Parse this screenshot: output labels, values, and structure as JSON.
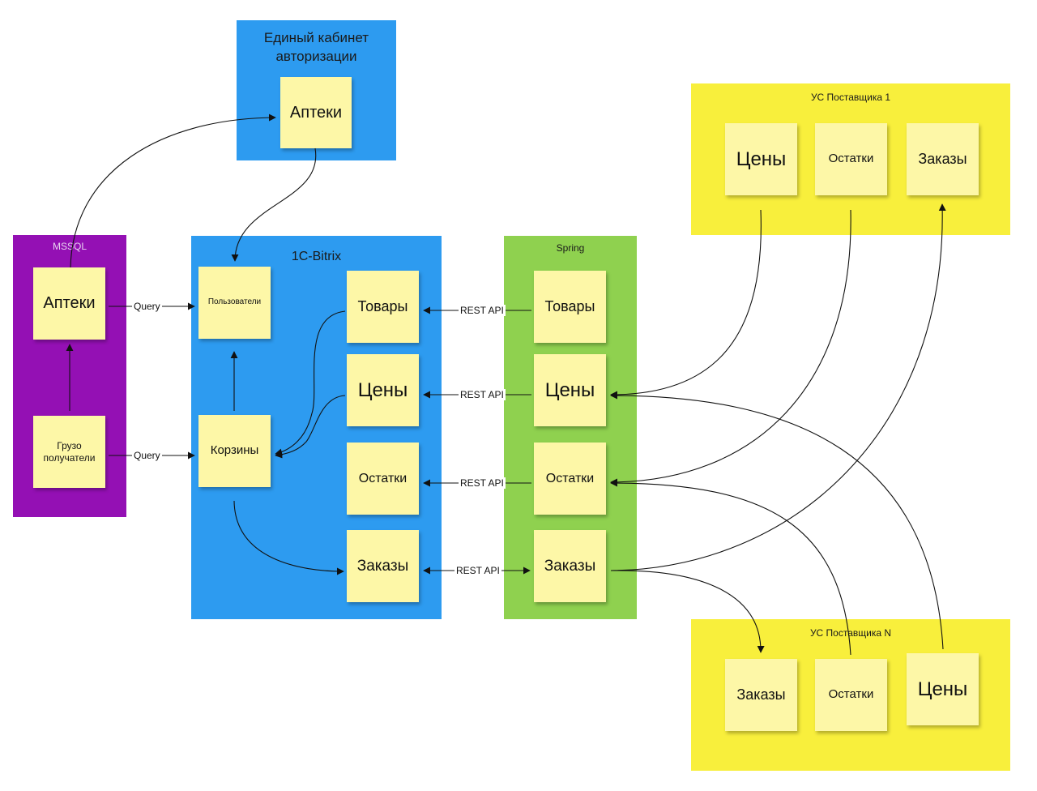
{
  "frames": {
    "auth": {
      "title": "Единый кабинет\nавторизации",
      "color": "#2d9bf0"
    },
    "mssql": {
      "title": "MSSQL",
      "color": "#9410b4"
    },
    "bitrix": {
      "title": "1C-Bitrix",
      "color": "#2d9bf0"
    },
    "spring": {
      "title": "Spring",
      "color": "#8fd14f"
    },
    "supplier1": {
      "title": "УС Поставщика 1",
      "color": "#f8ef3c"
    },
    "supplierN": {
      "title": "УС Поставщика N",
      "color": "#f8ef3c"
    }
  },
  "notes": {
    "auth_pharmacies": "Аптеки",
    "mssql_pharmacies": "Аптеки",
    "mssql_consignees": "Грузо\nполучатели",
    "bitrix_users": "Пользователи",
    "bitrix_carts": "Корзины",
    "bitrix_goods": "Товары",
    "bitrix_prices": "Цены",
    "bitrix_stock": "Остатки",
    "bitrix_orders": "Заказы",
    "spring_goods": "Товары",
    "spring_prices": "Цены",
    "spring_stock": "Остатки",
    "spring_orders": "Заказы",
    "s1_prices": "Цены",
    "s1_stock": "Остатки",
    "s1_orders": "Заказы",
    "sn_orders": "Заказы",
    "sn_stock": "Остатки",
    "sn_prices": "Цены"
  },
  "labels": {
    "query_1": "Query",
    "query_2": "Query",
    "rest_1": "REST API",
    "rest_2": "REST API",
    "rest_3": "REST API",
    "rest_4": "REST API"
  },
  "colors": {
    "note": "#fdf7a7",
    "line": "#111111"
  }
}
